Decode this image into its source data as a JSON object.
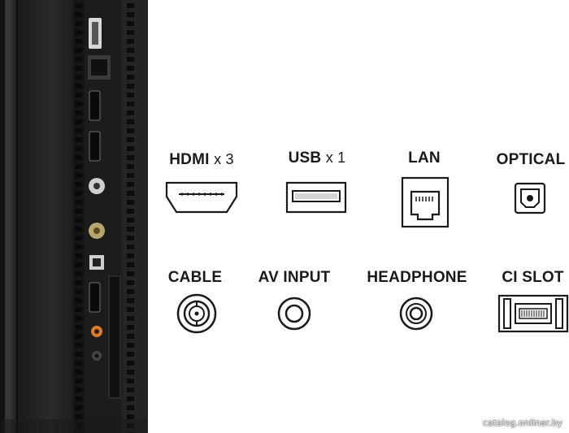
{
  "ports": [
    {
      "id": "hdmi",
      "name": "HDMI",
      "count": "x 3",
      "icon": "hdmi-port-icon"
    },
    {
      "id": "usb",
      "name": "USB",
      "count": "x 1",
      "icon": "usb-port-icon"
    },
    {
      "id": "lan",
      "name": "LAN",
      "count": "",
      "icon": "lan-port-icon"
    },
    {
      "id": "optical",
      "name": "OPTICAL",
      "count": "",
      "icon": "optical-port-icon"
    },
    {
      "id": "cable",
      "name": "CABLE",
      "count": "",
      "icon": "cable-port-icon"
    },
    {
      "id": "av",
      "name": "AV INPUT",
      "count": "",
      "icon": "av-input-port-icon"
    },
    {
      "id": "headphone",
      "name": "HEADPHONE",
      "count": "",
      "icon": "headphone-port-icon"
    },
    {
      "id": "ci",
      "name": "CI SLOT",
      "count": "",
      "icon": "ci-slot-icon"
    }
  ],
  "watermark": "catalog.onliner.by",
  "colors": {
    "panel": "#1c1c1c",
    "accent_orange": "#e87a1e",
    "text": "#1a1a1a"
  }
}
